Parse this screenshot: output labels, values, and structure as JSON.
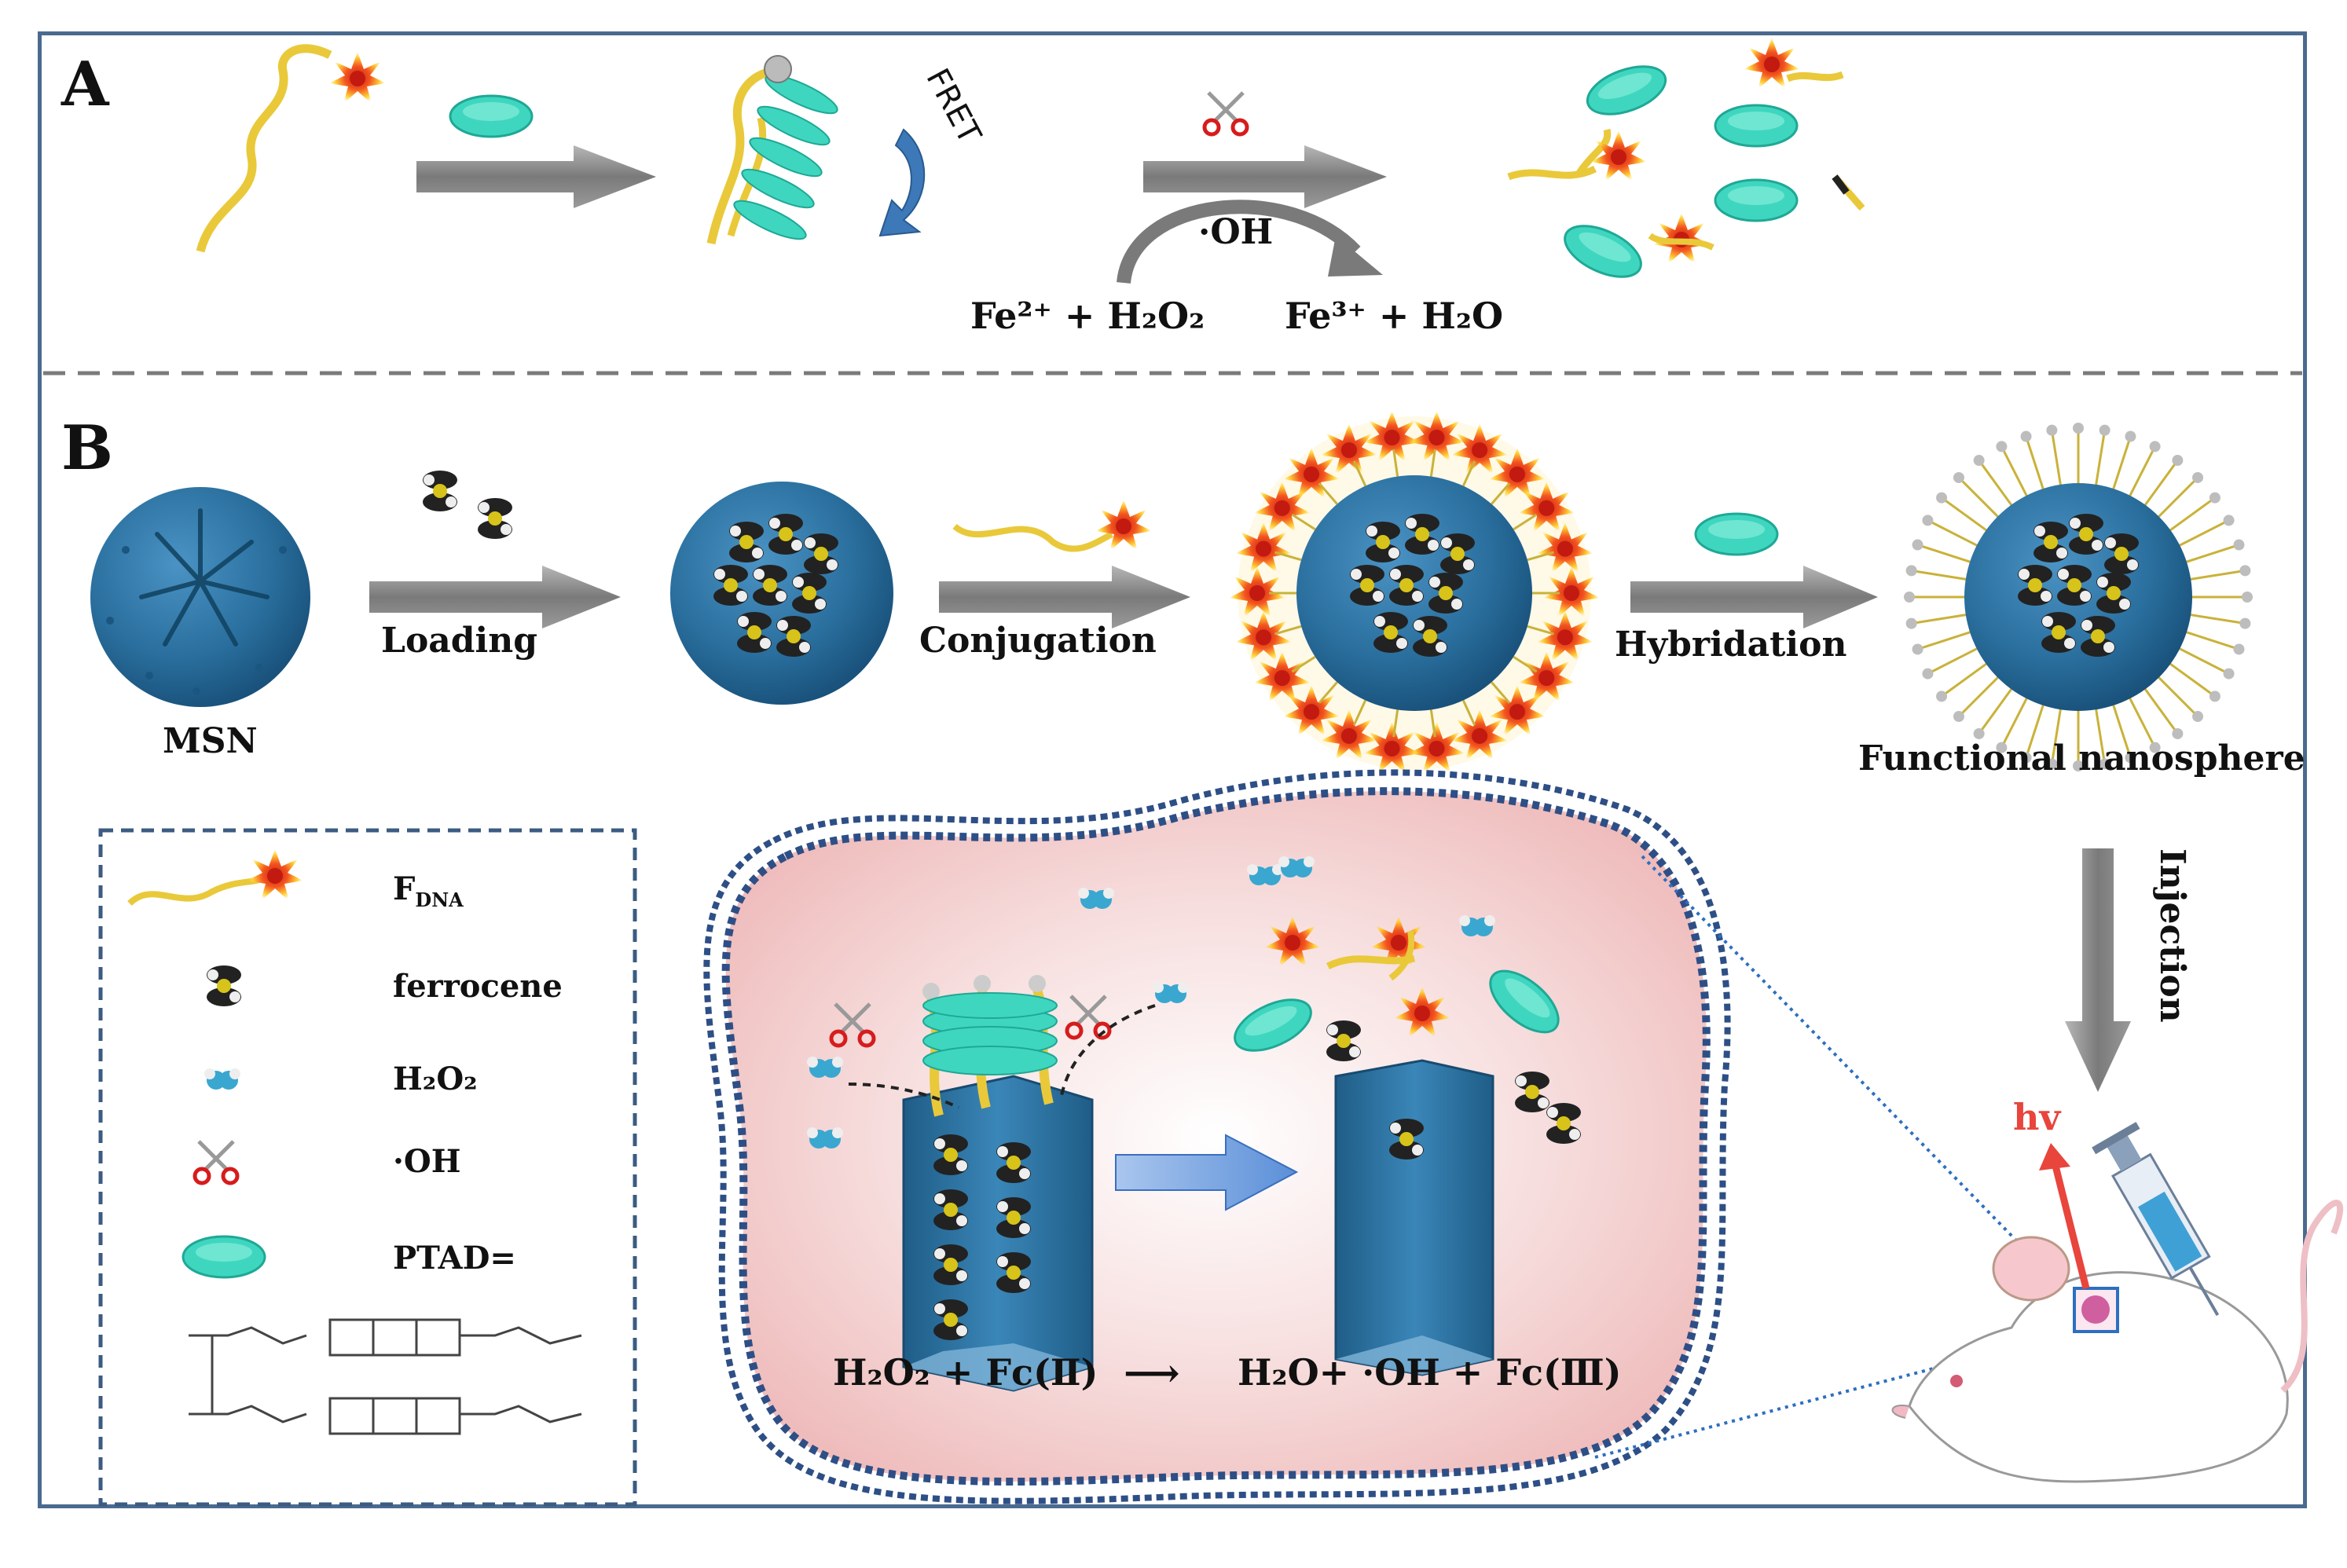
{
  "panel_a": {
    "letter": "A",
    "fret_label": "FRET",
    "oh_label": "·OH",
    "fe2_reaction": "Fe²⁺ + H₂O₂",
    "fe3_reaction": "Fe³⁺ + H₂O"
  },
  "panel_b": {
    "letter": "B",
    "msn_label": "MSN",
    "step_loading": "Loading",
    "step_conjugation": "Conjugation",
    "step_hybridation": "Hybridation",
    "product_label": "Functional nanosphere",
    "injection_label": "Injection",
    "hv_label": "hv",
    "reaction_left": "H₂O₂ + Fc(Ⅱ)",
    "reaction_right": "H₂O+ ·OH + Fc(Ⅲ)"
  },
  "legend": {
    "fdna": "F",
    "fdna_sub": "DNA",
    "ferrocene": "ferrocene",
    "h2o2": "H₂O₂",
    "oh": "·OH",
    "ptad": "PTAD="
  },
  "colors": {
    "frame": "#4a6a8f",
    "msn_blue": "#2a6f9e",
    "ptad_teal": "#3fd6bf",
    "dna_yellow": "#e9c93a",
    "fluor_red": "#e63b1e",
    "arrow_gray": "#8a8a8a",
    "hv_red": "#e8453c",
    "cell_pink": "#f4c9c9"
  }
}
